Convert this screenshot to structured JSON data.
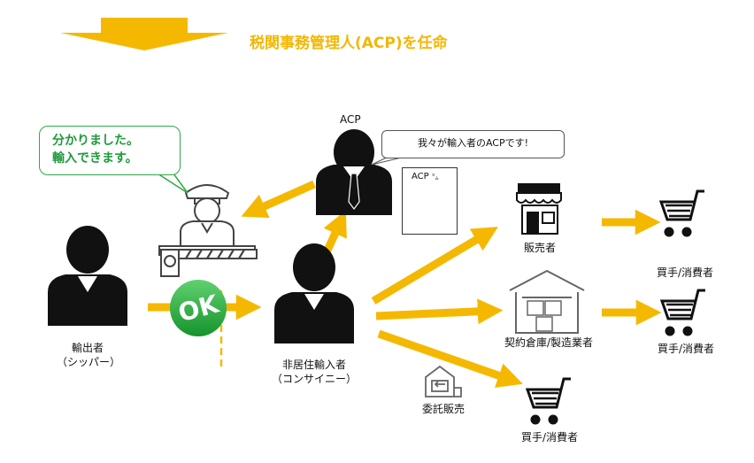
{
  "title": "税関事務管理人(ACP)を任命",
  "acp": {
    "label": "ACP",
    "speech": "我々が輸入者のACPです!",
    "document_label": "ACP",
    "document_mark": "㍕"
  },
  "customs": {
    "speech_line1": "分かりました。",
    "speech_line2": "輸入できます。"
  },
  "exporter": {
    "label_line1": "輸出者",
    "label_line2": "（シッパー）"
  },
  "importer": {
    "label_line1": "非居住輸入者",
    "label_line2": "（コンサイニー）"
  },
  "ok_badge": "OK",
  "seller": {
    "label": "販売者"
  },
  "warehouse": {
    "label": "契約倉庫/製造業者"
  },
  "consignment": {
    "label": "委託販売"
  },
  "buyers": [
    "買手/消費者",
    "買手/消費者",
    "買手/消費者"
  ],
  "colors": {
    "arrow": "#f5b800",
    "ok_green": "#22a83a",
    "bubble_green": "#2eaa46",
    "title": "#f2b705"
  }
}
